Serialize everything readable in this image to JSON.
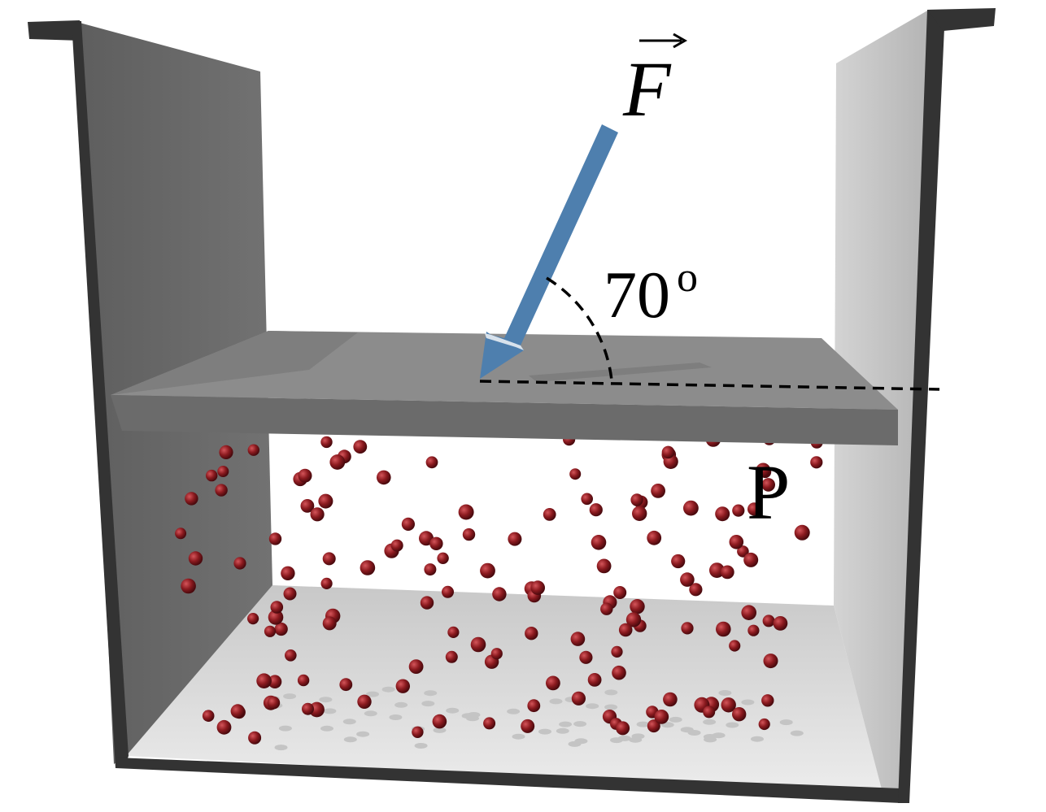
{
  "diagram": {
    "force_label": "F",
    "angle_value": "70",
    "angle_unit": "o",
    "region_label": "P"
  },
  "colors": {
    "container_edge": "#333333",
    "left_wall": "#6a6a6a",
    "right_wall": "#c6c6c6",
    "floor": "#e4e4e4",
    "back_wall": "#ffffff",
    "piston_top": "#8a8a8a",
    "piston_front": "#6b6b6b",
    "force_arrow": "#4e7fae",
    "particle": "#8b1a1f",
    "particle_shadow": "#c4c4c4"
  },
  "particle_count": 150
}
